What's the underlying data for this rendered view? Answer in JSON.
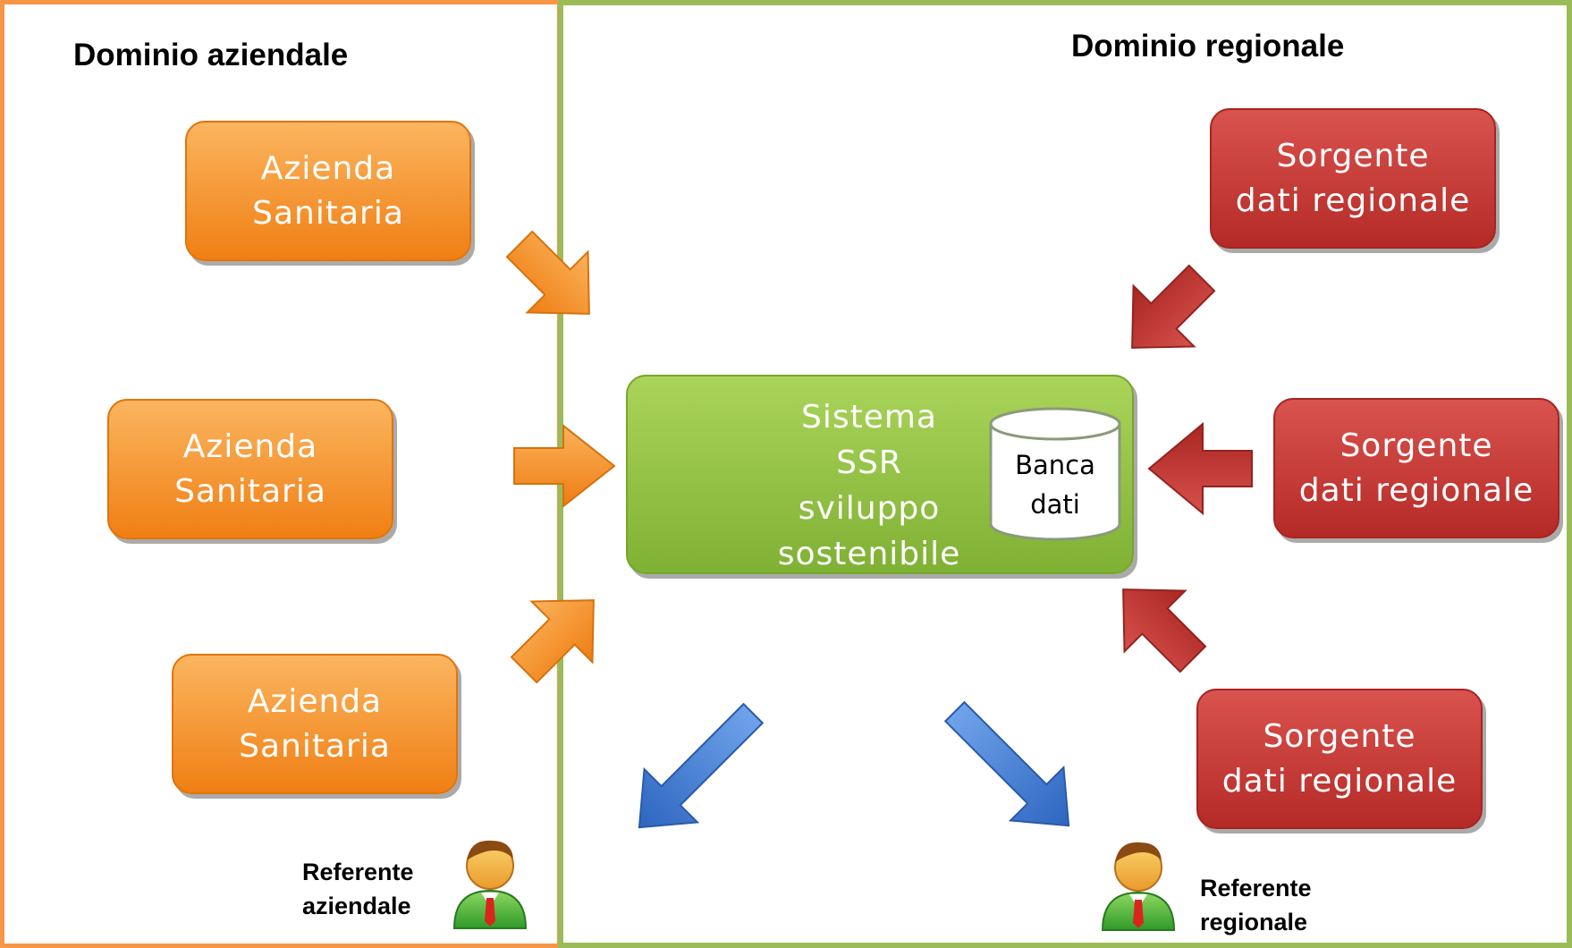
{
  "domains": {
    "aziendale": {
      "title": "Dominio aziendale"
    },
    "regionale": {
      "title": "Dominio regionale"
    }
  },
  "aziende": [
    {
      "line1": "Azienda",
      "line2": "Sanitaria"
    },
    {
      "line1": "Azienda",
      "line2": "Sanitaria"
    },
    {
      "line1": "Azienda",
      "line2": "Sanitaria"
    }
  ],
  "sorgenti": [
    {
      "line1": "Sorgente",
      "line2": "dati regionale"
    },
    {
      "line1": "Sorgente",
      "line2": "dati regionale"
    },
    {
      "line1": "Sorgente",
      "line2": "dati regionale"
    }
  ],
  "sistema": {
    "line1": "Sistema",
    "line2": "SSR sviluppo",
    "line3": "sostenibile",
    "db_line1": "Banca",
    "db_line2": "dati"
  },
  "referenti": {
    "aziendale": {
      "line1": "Referente",
      "line2": "aziendale"
    },
    "regionale": {
      "line1": "Referente",
      "line2": "regionale"
    }
  },
  "colors": {
    "orange": "#f79646",
    "green": "#9bbb59",
    "red": "#c0392b",
    "blue": "#3a7bd5"
  }
}
